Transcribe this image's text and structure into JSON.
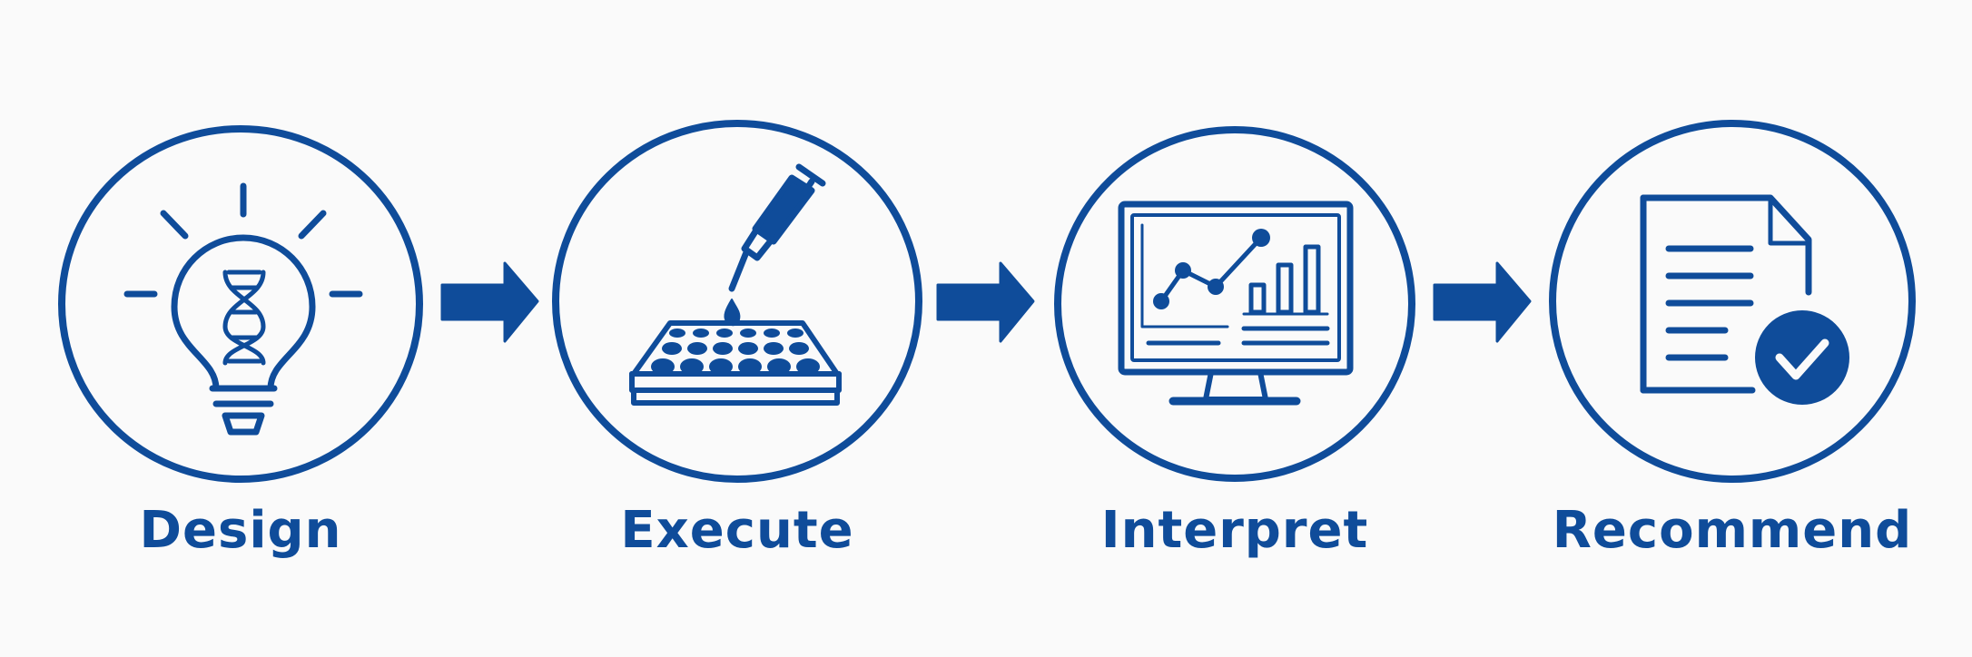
{
  "colors": {
    "primary": "#0f4c9a",
    "background": "#fafafa"
  },
  "steps": [
    {
      "label": "Design",
      "icon": "lightbulb-dna-icon"
    },
    {
      "label": "Execute",
      "icon": "pipette-well-plate-icon"
    },
    {
      "label": "Interpret",
      "icon": "monitor-chart-icon"
    },
    {
      "label": "Recommend",
      "icon": "report-checkmark-icon"
    }
  ],
  "connectors": [
    "arrow-right-icon",
    "arrow-right-icon",
    "arrow-right-icon"
  ]
}
